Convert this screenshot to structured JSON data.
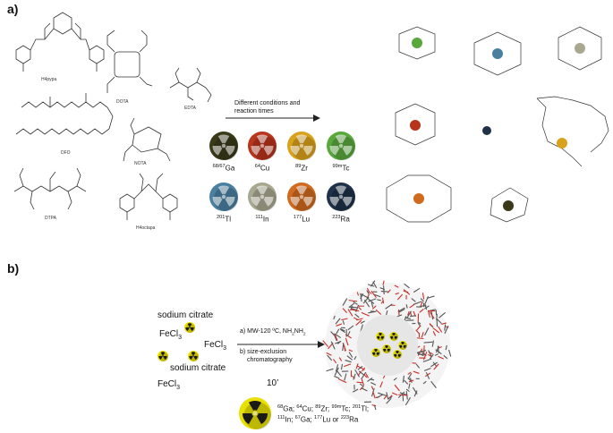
{
  "panel_a": {
    "label": "a)",
    "chelators": [
      "H4pypa",
      "DOTA",
      "EDTA",
      "DFO",
      "NOTA",
      "DTPA",
      "H4octapa"
    ],
    "arrow_caption": [
      "Different conditions and",
      "reaction times"
    ],
    "isotopes": [
      {
        "mass": "68/67",
        "symbol": "Ga",
        "color": "#3a3a1a"
      },
      {
        "mass": "64",
        "symbol": "Cu",
        "color": "#b8341c"
      },
      {
        "mass": "89",
        "symbol": "Zr",
        "color": "#d9a21c"
      },
      {
        "mass": "99m",
        "symbol": "Tc",
        "color": "#58a83c"
      },
      {
        "mass": "201",
        "symbol": "Tl",
        "color": "#4a7fa0"
      },
      {
        "mass": "111",
        "symbol": "In",
        "color": "#a8a890"
      },
      {
        "mass": "177",
        "symbol": "Lu",
        "color": "#d06a1e"
      },
      {
        "mass": "223",
        "symbol": "Ra",
        "color": "#1e3148"
      }
    ]
  },
  "panel_b": {
    "label": "b)",
    "reagent_lines": [
      "sodium citrate",
      "FeCl3",
      "FeCl3",
      "sodium citrate",
      "FeCl3"
    ],
    "conditions": [
      "a) MW-120 ºC, NH2NH2",
      "b) size-exclusion",
      "chromatography"
    ],
    "time": "10’",
    "isotope_list_line1": "68Ga; 64Cu; 89Zr; 99mTc; 201Tl;",
    "isotope_list_line2": "111In; 67Ga; 177Lu or 223Ra"
  },
  "colors": {
    "radiation_yellow": "#e8e000",
    "radiation_dark": "#1a1a1a",
    "bond_red": "#c8302a",
    "bond_grey": "#555555"
  }
}
